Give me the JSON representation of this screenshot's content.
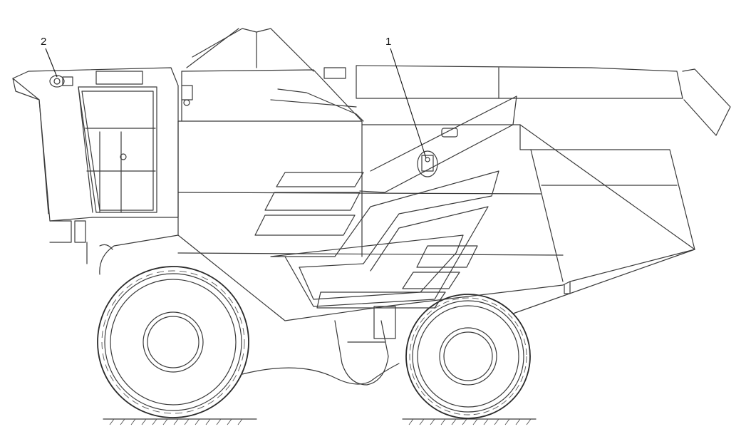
{
  "callouts": [
    {
      "number": "1",
      "target": "side-panel-lamp"
    },
    {
      "number": "2",
      "target": "cab-roof-lamp"
    }
  ]
}
